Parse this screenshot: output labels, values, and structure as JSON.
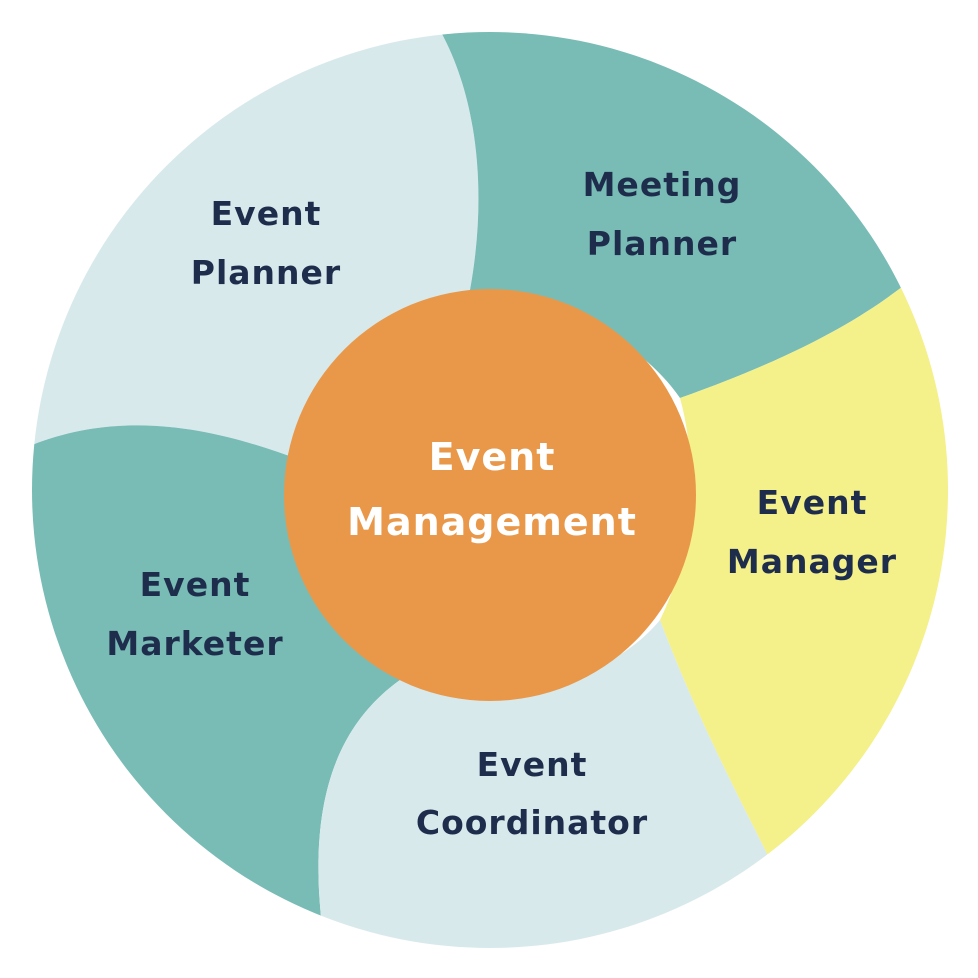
{
  "center": {
    "line1": "Event",
    "line2": "Management",
    "color": "#e9984a"
  },
  "segments": [
    {
      "id": "event-planner",
      "line1": "Event",
      "line2": "Planner",
      "color": "#d8e9ec"
    },
    {
      "id": "meeting-planner",
      "line1": "Meeting",
      "line2": "Planner",
      "color": "#78bcb5"
    },
    {
      "id": "event-manager",
      "line1": "Event",
      "line2": "Manager",
      "color": "#f4f08a"
    },
    {
      "id": "event-coordinator",
      "line1": "Event",
      "line2": "Coordinator",
      "color": "#d8e9ec"
    },
    {
      "id": "event-marketer",
      "line1": "Event",
      "line2": "Marketer",
      "color": "#78bcb5"
    }
  ],
  "colors": {
    "text_dark": "#1f2d4d",
    "text_light": "#ffffff"
  }
}
